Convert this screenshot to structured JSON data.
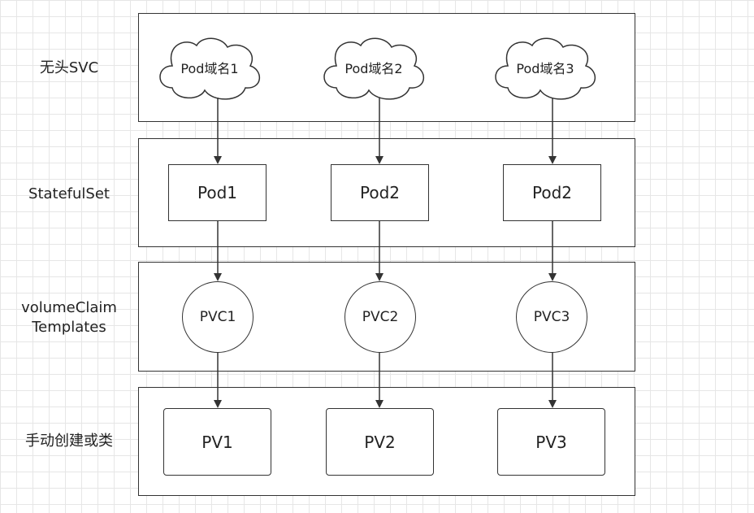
{
  "rows": {
    "svc": {
      "label": "无头SVC"
    },
    "statefulset": {
      "label": "StatefulSet"
    },
    "vct": {
      "label": "volumeClaim\nTemplates"
    },
    "pv": {
      "label": "手动创建或类"
    }
  },
  "columns": [
    {
      "cloud": "Pod域名1",
      "pod": "Pod1",
      "pvc": "PVC1",
      "pv": "PV1"
    },
    {
      "cloud": "Pod域名2",
      "pod": "Pod2",
      "pvc": "PVC2",
      "pv": "PV2"
    },
    {
      "cloud": "Pod域名3",
      "pod": "Pod2",
      "pvc": "PVC3",
      "pv": "PV3"
    }
  ],
  "colors": {
    "stroke": "#333333",
    "grid": "#e6e6e6"
  }
}
